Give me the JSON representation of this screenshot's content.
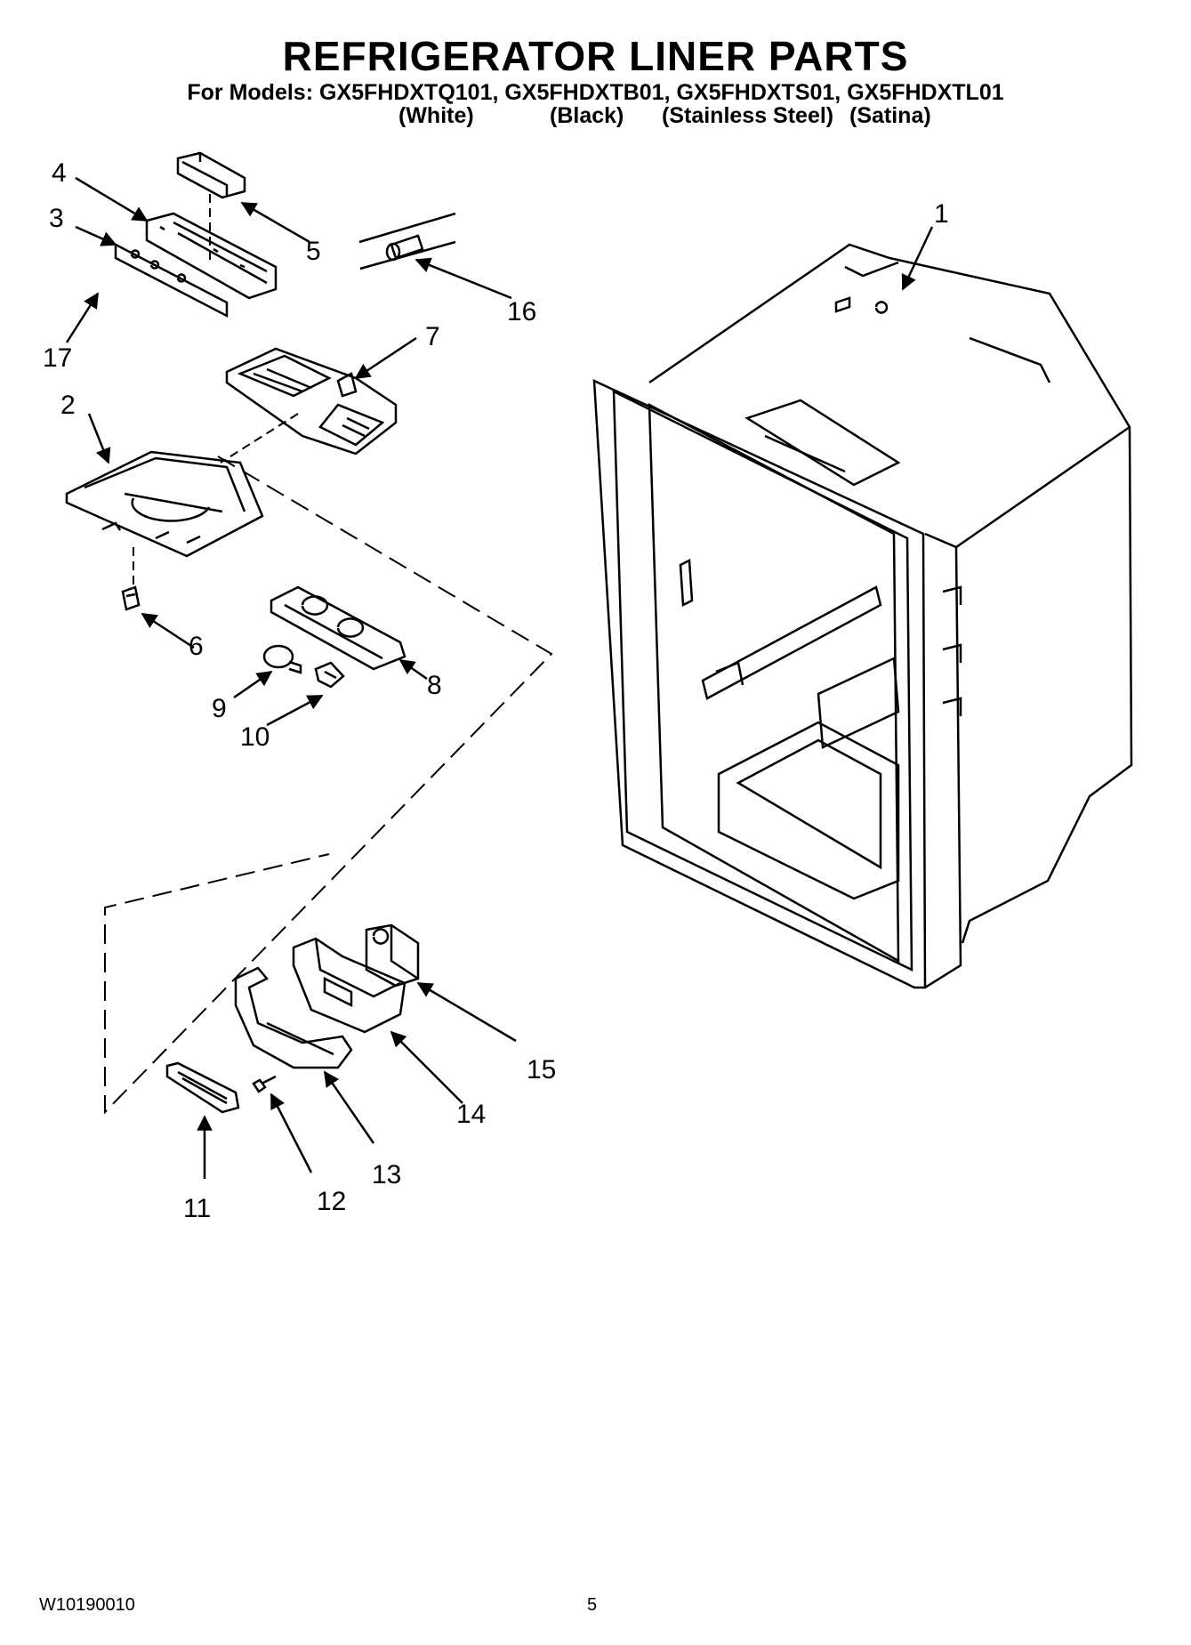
{
  "header": {
    "title": "REFRIGERATOR LINER PARTS",
    "models": "For Models: GX5FHDXTQ101, GX5FHDXTB01, GX5FHDXTS01, GX5FHDXTL01",
    "variants": [
      "(White)",
      "(Black)",
      "(Stainless Steel)",
      "(Satina)"
    ]
  },
  "callouts": [
    "1",
    "2",
    "3",
    "4",
    "5",
    "6",
    "7",
    "8",
    "9",
    "10",
    "11",
    "12",
    "13",
    "14",
    "15",
    "16",
    "17"
  ],
  "footer": {
    "doc_number": "W10190010",
    "page_number": "5"
  }
}
